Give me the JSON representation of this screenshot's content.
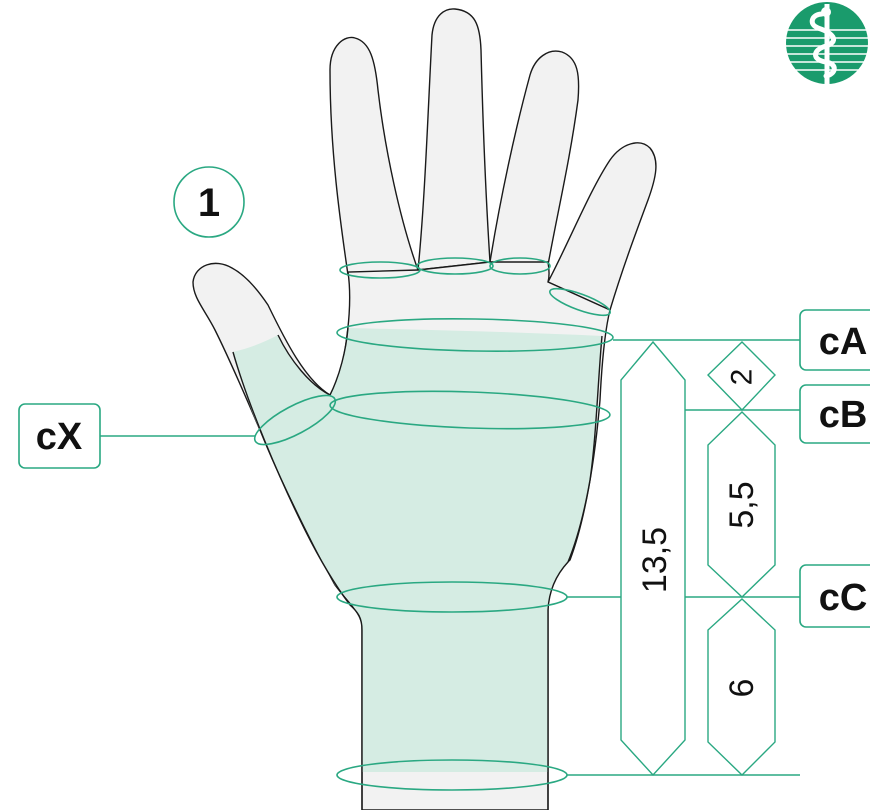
{
  "logo": {
    "icon": "caduceus-icon",
    "color": "#1a9b6c"
  },
  "step_number": "1",
  "labels": {
    "cA": "cA",
    "cB": "cB",
    "cC": "cC",
    "cX": "cX"
  },
  "measurements": {
    "total_length": "13,5",
    "a_to_b": "2",
    "b_to_c": "5,5",
    "c_to_bottom": "6"
  },
  "colors": {
    "accent": "#2aa882",
    "garment_fill": "#d5ece3",
    "skin_fill": "#f2f2f2",
    "outline": "#1a1a1a"
  }
}
